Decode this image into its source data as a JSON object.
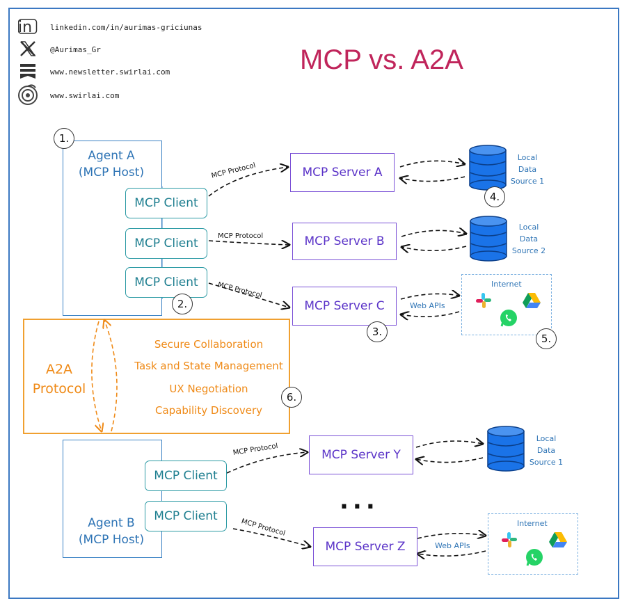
{
  "social": [
    {
      "icon": "linkedin-icon",
      "text": "linkedin.com/in/aurimas-griciunas"
    },
    {
      "icon": "x-icon",
      "text": "@Aurimas_Gr"
    },
    {
      "icon": "newsletter-icon",
      "text": "www.newsletter.swirlai.com"
    },
    {
      "icon": "swirlai-icon",
      "text": "www.swirlai.com"
    }
  ],
  "title": "MCP vs. A2A",
  "agent_a": {
    "line1": "Agent A",
    "line2": "(MCP Host)"
  },
  "agent_b": {
    "line1": "Agent B",
    "line2": "(MCP Host)"
  },
  "client_label": "MCP Client",
  "servers": {
    "a": "MCP Server A",
    "b": "MCP Server B",
    "c": "MCP Server C",
    "y": "MCP Server Y",
    "z": "MCP Server Z"
  },
  "protocol_label": "MCP Protocol",
  "data_sources": {
    "s1": {
      "line1": "Local",
      "line2": "Data",
      "line3": "Source 1"
    },
    "s2": {
      "line1": "Local",
      "line2": "Data",
      "line3": "Source 2"
    }
  },
  "internet_label": "Internet",
  "web_apis_label": "Web APIs",
  "numbers": {
    "n1": "1.",
    "n2": "2.",
    "n3": "3.",
    "n4": "4.",
    "n5": "5.",
    "n6": "6."
  },
  "a2a": {
    "line1": "A2A",
    "line2": "Protocol",
    "features": [
      "Secure Collaboration",
      "Task and State Management",
      "UX Negotiation",
      "Capability Discovery"
    ]
  },
  "ellipsis": "...",
  "colors": {
    "title": "#c0255b",
    "agent": "#2e74b5",
    "client": "#1f7f90",
    "server": "#5b34c8",
    "a2a": "#ef8a17",
    "db": "#1a73e8"
  }
}
